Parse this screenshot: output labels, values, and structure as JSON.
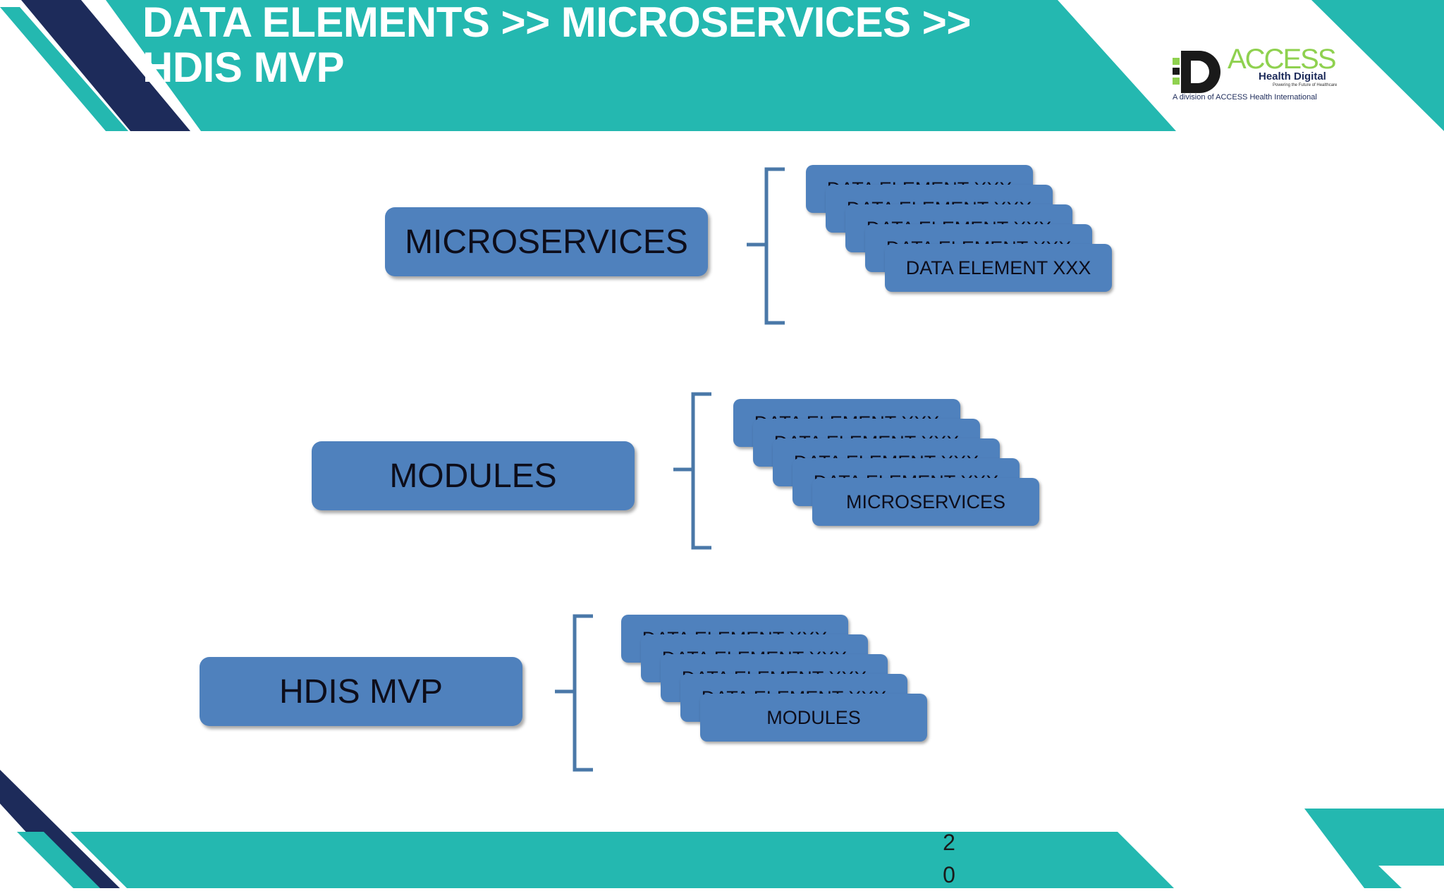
{
  "slide": {
    "title": "DATA ELEMENTS >> MICROSERVICES >> HDIS MVP",
    "page_number": "20"
  },
  "logo": {
    "wordmark": "ACCESS",
    "subtitle": "Health Digital",
    "tagline": "Powering the Future of Healthcare",
    "division": "A division of ACCESS Health International"
  },
  "colors": {
    "teal": "#24b8b0",
    "navy": "#1d2b5a",
    "box_blue": "#4f81bd",
    "bracket": "#4a78a8"
  },
  "rows": [
    {
      "label": "MICROSERVICES",
      "stack": [
        "DATA ELEMENT XXX",
        "DATA ELEMENT XXX",
        "DATA ELEMENT XXX",
        "DATA ELEMENT XXX",
        "DATA ELEMENT XXX"
      ]
    },
    {
      "label": "MODULES",
      "stack": [
        "DATA ELEMENT XXX",
        "DATA ELEMENT XXX",
        "DATA ELEMENT XXX",
        "DATA ELEMENT XXX",
        "MICROSERVICES"
      ]
    },
    {
      "label": "HDIS MVP",
      "stack": [
        "DATA ELEMENT XXX",
        "DATA ELEMENT XXX",
        "DATA ELEMENT XXX",
        "DATA ELEMENT XXX",
        "MODULES"
      ]
    }
  ]
}
